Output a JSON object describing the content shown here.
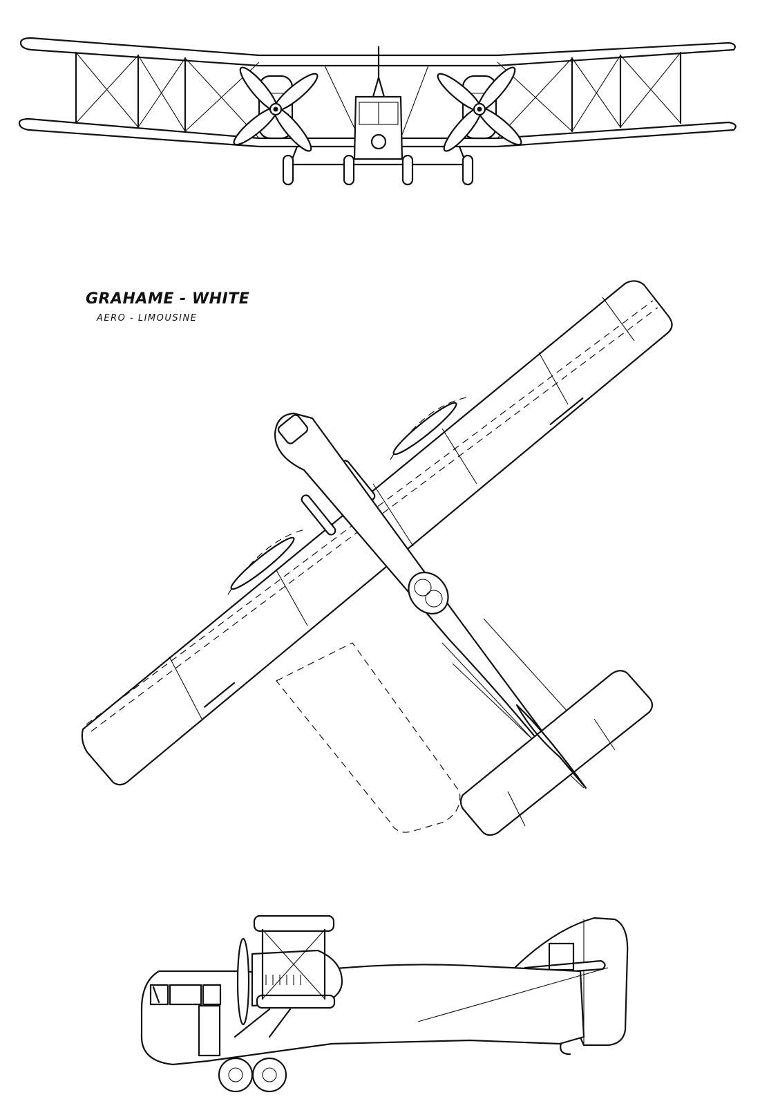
{
  "caption": {
    "title": "GRAHAME - WHITE",
    "subtitle": "AERO - LIMOUSINE"
  },
  "views": [
    {
      "id": "front",
      "description": "front elevation"
    },
    {
      "id": "plan",
      "description": "plan view"
    },
    {
      "id": "side",
      "description": "side elevation"
    }
  ],
  "colors": {
    "line": "#111111",
    "paper": "#ffffff"
  }
}
